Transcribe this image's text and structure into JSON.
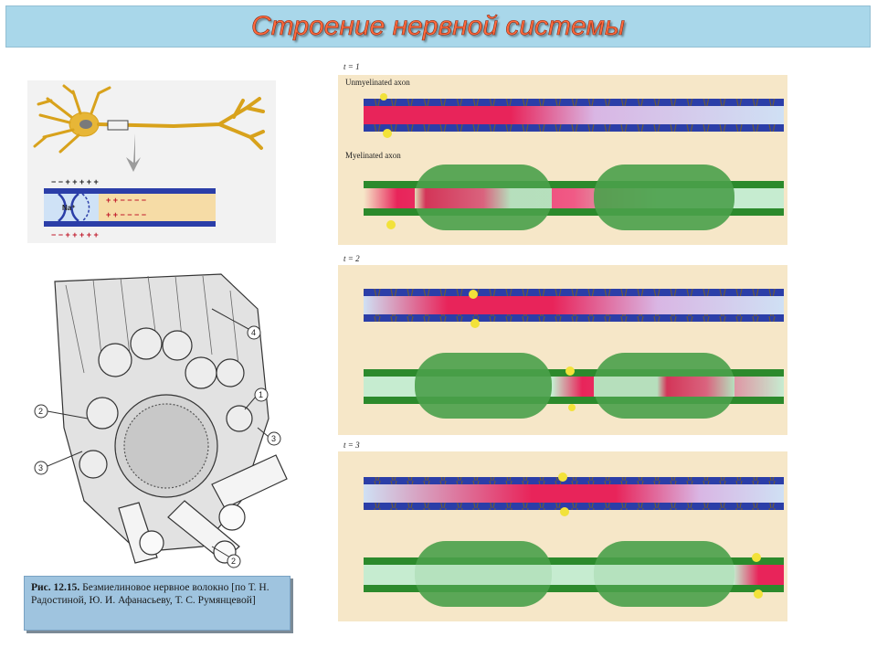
{
  "slide": {
    "title": "Строение нервной системы"
  },
  "caption": {
    "label": "Рис. 12.15.",
    "text": "Безмиелиновое нервное волокно [по Т. Н. Радостиной, Ю. И. Афанасьеву, Т. С. Румянцевой]"
  },
  "neuron_diagram": {
    "ion_label": "Na⁺"
  },
  "fiber_drawing": {
    "callouts": [
      "4",
      "1",
      "2",
      "3",
      "3",
      "2"
    ]
  },
  "conduction": {
    "time_labels": [
      "t = 1",
      "t = 2",
      "t = 3"
    ],
    "unmyelinated_label": "Unmyelinated axon",
    "myelinated_label": "Myelinated axon"
  },
  "colors": {
    "title_bg": "#a9d7ea",
    "title_text": "#ff6a3d",
    "unmyelinated_membrane": "#2b3ea8",
    "myelin": "#4aa04a",
    "impulse": "#e8245a",
    "panel_bg": "#f6e7c8"
  }
}
